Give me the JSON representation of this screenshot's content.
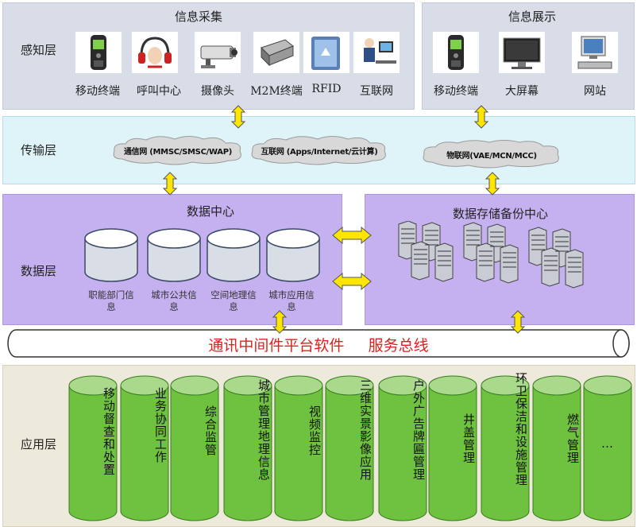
{
  "layers": {
    "perception": "感知层",
    "transmission": "传输层",
    "data": "数据层",
    "application": "应用层"
  },
  "collect": {
    "title": "信息采集",
    "devices": [
      {
        "label": "移动终端",
        "icon": "mobile-phone-icon"
      },
      {
        "label": "呼叫中心",
        "icon": "call-center-icon"
      },
      {
        "label": "摄像头",
        "icon": "camera-icon"
      },
      {
        "label": "M2M终端",
        "icon": "m2m-terminal-icon"
      },
      {
        "label": "RFID",
        "icon": "rfid-icon"
      },
      {
        "label": "互联网",
        "icon": "internet-user-icon"
      }
    ]
  },
  "display": {
    "title": "信息展示",
    "devices": [
      {
        "label": "移动终端",
        "icon": "mobile-phone-icon"
      },
      {
        "label": "大屏幕",
        "icon": "large-screen-icon"
      },
      {
        "label": "网站",
        "icon": "computer-icon"
      }
    ]
  },
  "networks": [
    {
      "label": "通信网 (MMSC/SMSC/WAP)"
    },
    {
      "label": "互联网 (Apps/Internet/云计算)"
    },
    {
      "label": "物联网(VAE/MCN/MCC)"
    }
  ],
  "data_center": {
    "title": "数据中心",
    "databases": [
      "职能部门信息",
      "城市公共信息",
      "空间地理信息",
      "城市应用信息"
    ]
  },
  "backup": {
    "title": "数据存储备份中心"
  },
  "bus": {
    "text": "通讯中间件平台软件     服务总线"
  },
  "apps": [
    "移动督查和处置",
    "业务协同工作",
    "综合监管",
    "城市管理地理信息",
    "视频监控",
    "三维实景影像应用",
    "户外广告牌匾管理",
    "井盖管理",
    "环卫保洁和设施管理",
    "燃气管理",
    "…"
  ],
  "colors": {
    "perception_bg": "#d8dde8",
    "transmission_bg": "#dff4f8",
    "data_bg": "#c5b0f0",
    "application_bg": "#eeeadb",
    "bus_text": "#e02020",
    "arrow_fill": "#ffe600",
    "column_green": "#6fc23f"
  }
}
